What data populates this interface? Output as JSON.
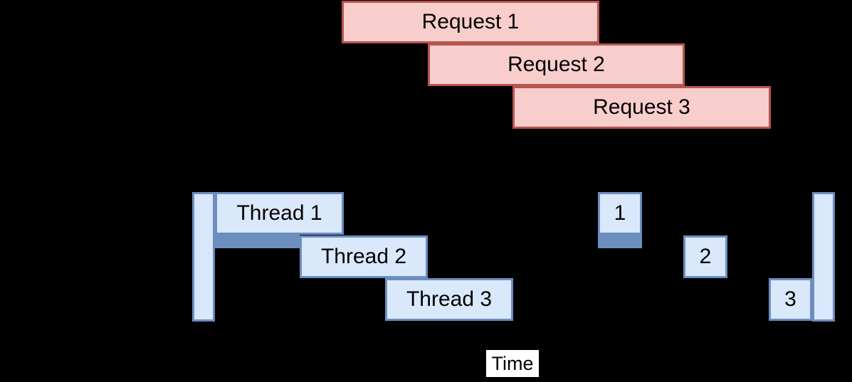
{
  "requests": [
    {
      "label": "Request 1"
    },
    {
      "label": "Request 2"
    },
    {
      "label": "Request 3"
    }
  ],
  "threads": [
    {
      "label": "Thread 1",
      "blocked": true
    },
    {
      "label": "Thread 2",
      "blocked": false
    },
    {
      "label": "Thread 3",
      "blocked": false
    }
  ],
  "completions": [
    {
      "label": "1",
      "blocked": true
    },
    {
      "label": "2",
      "blocked": false
    },
    {
      "label": "3",
      "blocked": false
    }
  ],
  "time_axis": {
    "label": "Time"
  },
  "colors": {
    "background": "#000000",
    "request_fill": "#f8cecc",
    "request_border": "#b85450",
    "thread_fill": "#dae8fc",
    "thread_border": "#6c8ebf",
    "blocked_strip": "#6c8ebf",
    "text": "#000000",
    "time_label_background": "#ffffff"
  }
}
